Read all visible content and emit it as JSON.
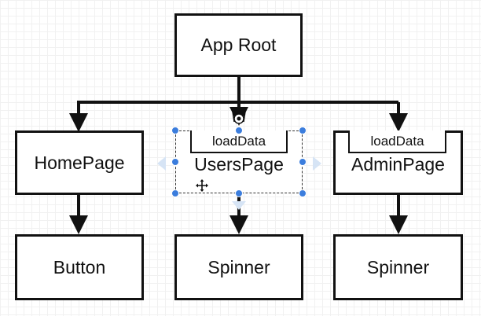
{
  "diagram": {
    "nodes": {
      "app_root": "App Root",
      "homepage": "HomePage",
      "userspage": "UsersPage",
      "adminpage": "AdminPage",
      "button": "Button",
      "spinner_users": "Spinner",
      "spinner_admin": "Spinner"
    },
    "users_tab": "loadData",
    "admin_tab": "loadData"
  },
  "colors": {
    "stroke": "#111111",
    "selection": "#3b7ddd",
    "hint": "#d6e4f5"
  }
}
